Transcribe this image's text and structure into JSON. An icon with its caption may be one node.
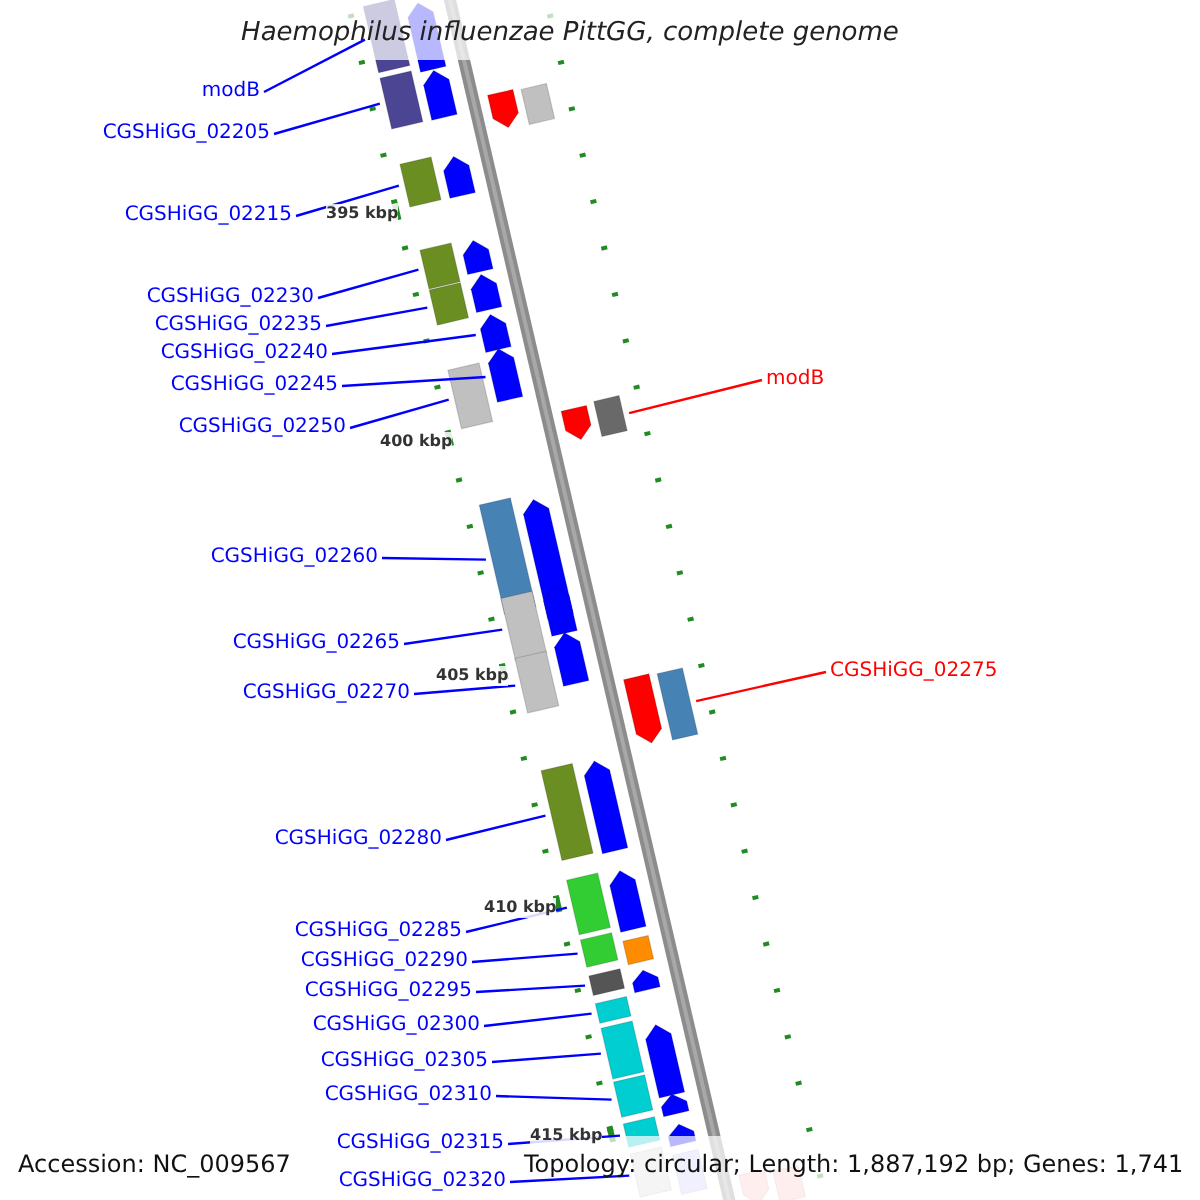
{
  "diagram": {
    "title": "Haemophilus influenzae PittGG, complete genome",
    "nodes": [
      {
        "text": [
          "modB"
        ]
      },
      {
        "text": [],
        "shape": "box"
      },
      {
        "text": [
          "CGSHiGG_02205"
        ]
      },
      {
        "text": [],
        "shape": "box"
      },
      {
        "text": [
          "CGSHiGG_02215"
        ]
      },
      {
        "text": [],
        "shape": "box"
      },
      {
        "text": [
          "CGSHiGG_02230"
        ]
      },
      {
        "text": [],
        "shape": "box"
      },
      {
        "text": [
          "CGSHiGG_02235"
        ]
      },
      {
        "text": [],
        "shape": "box"
      },
      {
        "text": [
          "CGSHiGG_02240"
        ]
      },
      {
        "text": [],
        "shape": "arrow"
      },
      {
        "text": [
          "CGSHiGG_02245"
        ]
      },
      {
        "text": [],
        "shape": "arrow"
      },
      {
        "text": [
          "CGSHiGG_02250"
        ]
      },
      {
        "text": [],
        "shape": "box"
      },
      {
        "text": [
          "CGSHiGG_02260"
        ]
      },
      {
        "text": [],
        "shape": "box"
      },
      {
        "text": [
          "CGSHiGG_02265"
        ]
      },
      {
        "text": [],
        "shape": "box"
      },
      {
        "text": [
          "CGSHiGG_02270"
        ]
      },
      {
        "text": [],
        "shape": "box"
      },
      {
        "text": [
          "CGSHiGG_02280"
        ]
      },
      {
        "text": [],
        "shape": "box"
      },
      {
        "text": [
          "CGSHiGG_02285"
        ]
      },
      {
        "text": [],
        "shape": "box"
      },
      {
        "text": [
          "CGSHiGG_02290"
        ]
      },
      {
        "text": [],
        "shape": "box"
      },
      {
        "text": [
          "CGSHiGG_02295"
        ]
      },
      {
        "text": [],
        "shape": "box"
      },
      {
        "text": [
          "CGSHiGG_02300"
        ]
      },
      {
        "text": [],
        "shape": "box"
      },
      {
        "text": [
          "CGSHiGG_02305"
        ]
      },
      {
        "text": [],
        "shape": "box"
      },
      {
        "text": [
          "CGSHiGG_02310"
        ]
      },
      {
        "text": [],
        "shape": "box"
      },
      {
        "text": [
          "CGSHiGG_02315"
        ]
      },
      {
        "text": [],
        "shape": "box"
      },
      {
        "text": [
          "CGSHiGG_02320"
        ]
      },
      {
        "text": [],
        "shape": "box"
      },
      {
        "text": [
          "modB"
        ]
      },
      {
        "text": [],
        "shape": "box"
      },
      {
        "text": [
          "CGSHiGG_02275"
        ]
      },
      {
        "text": [],
        "shape": "box"
      },
      {
        "text": [],
        "shape": "arrow"
      },
      {
        "text": [],
        "shape": "arrow"
      },
      {
        "text": [],
        "shape": "arrow"
      },
      {
        "text": [],
        "shape": "arrow"
      },
      {
        "text": [],
        "shape": "arrow"
      },
      {
        "text": [],
        "shape": "arrow"
      },
      {
        "text": [],
        "shape": "arrow"
      },
      {
        "text": [],
        "shape": "arrow"
      },
      {
        "text": [],
        "shape": "arrow"
      },
      {
        "text": [],
        "shape": "arrow"
      },
      {
        "text": [],
        "shape": "box"
      },
      {
        "text": [],
        "shape": "arrow"
      },
      {
        "text": [],
        "shape": "arrow"
      },
      {
        "text": [],
        "shape": "arrow"
      },
      {
        "text": [],
        "shape": "arrow"
      },
      {
        "text": [],
        "shape": "box"
      },
      {
        "text": [],
        "shape": "arrow"
      },
      {
        "text": [],
        "shape": "box"
      },
      {
        "text": [],
        "shape": "arrow"
      },
      {
        "text": [],
        "shape": "arrow"
      },
      {
        "text": [],
        "shape": "arrow"
      },
      {
        "text": [],
        "shape": "box"
      }
    ],
    "edges": [
      {
        "from": 0,
        "to": 1,
        "arrow": "none"
      },
      {
        "from": 2,
        "to": 3,
        "arrow": "none"
      },
      {
        "from": 4,
        "to": 5,
        "arrow": "none"
      },
      {
        "from": 6,
        "to": 7,
        "arrow": "none"
      },
      {
        "from": 8,
        "to": 9,
        "arrow": "none"
      },
      {
        "from": 10,
        "to": 11,
        "arrow": "none"
      },
      {
        "from": 12,
        "to": 13,
        "arrow": "none"
      },
      {
        "from": 14,
        "to": 15,
        "arrow": "none"
      },
      {
        "from": 16,
        "to": 17,
        "arrow": "none"
      },
      {
        "from": 18,
        "to": 19,
        "arrow": "none"
      },
      {
        "from": 20,
        "to": 21,
        "arrow": "none"
      },
      {
        "from": 22,
        "to": 23,
        "arrow": "none"
      },
      {
        "from": 24,
        "to": 25,
        "arrow": "none"
      },
      {
        "from": 26,
        "to": 27,
        "arrow": "none"
      },
      {
        "from": 28,
        "to": 29,
        "arrow": "none"
      },
      {
        "from": 30,
        "to": 31,
        "arrow": "none"
      },
      {
        "from": 32,
        "to": 33,
        "arrow": "none"
      },
      {
        "from": 34,
        "to": 35,
        "arrow": "none"
      },
      {
        "from": 36,
        "to": 37,
        "arrow": "none"
      },
      {
        "from": 38,
        "to": 39,
        "arrow": "none"
      },
      {
        "from": 40,
        "to": 41,
        "arrow": "none",
        "color": "#ff0000"
      },
      {
        "from": 42,
        "to": 43,
        "arrow": "none",
        "color": "#ff0000"
      }
    ],
    "labels": [
      "395 kbp",
      "400 kbp",
      "405 kbp",
      "410 kbp",
      "415 kbp",
      "Accession: NC_009567",
      "Topology: circular; Length: 1,887,192 bp; Genes: 1,741"
    ]
  }
}
